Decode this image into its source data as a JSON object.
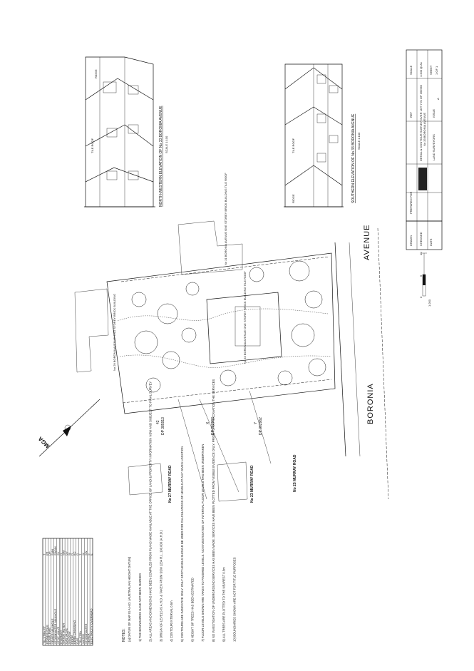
{
  "street": {
    "name_a": "BORONIA",
    "name_b": "AVENUE"
  },
  "lots": [
    {
      "number": "42",
      "plan": "DP 385913"
    },
    {
      "number": "X",
      "plan": "DP 362962"
    },
    {
      "number": "Y",
      "plan": "DP 362962"
    }
  ],
  "neighbours": [
    {
      "label": "No 27 MURRAY ROAD"
    },
    {
      "label": "No 23 MURRAY ROAD"
    },
    {
      "label": "No 25 MURRAY ROAD"
    },
    {
      "label": "No 29 BORONIA AVENUE TWO STOREY BRICK BUILDING"
    },
    {
      "label": "No 31 BORONIA AVENUE ONE STOREY BRICK BUILDING TILE ROOF"
    }
  ],
  "subject": {
    "label": "No 33 BORONIA AVENUE ONE STOREY BRICK BUILDING TILE ROOF"
  },
  "elevations": {
    "north_title": "NORTH-WESTERN ELEVATION OF No 33 BORONIA AVENUE",
    "north_scale": "SCALE 1:100",
    "south_title": "SOUTHERN ELEVATION OF No 33 BORONIA AVENUE",
    "south_scale": "SCALE 1:100",
    "roof_label": "TILE ROOF",
    "ridge_label": "RIDGE"
  },
  "north_label": "MGA",
  "scale_bar": {
    "label": "1:200",
    "ticks": [
      "0",
      "5",
      "10"
    ]
  },
  "legend": {
    "rows": [
      {
        "name": "TELSTRA PIT",
        "symbol": "T"
      },
      {
        "name": "POWER POLE",
        "symbol": "PP"
      },
      {
        "name": "DOWN PIPE",
        "symbol": "DP"
      },
      {
        "name": "SEWER MANHOLE",
        "symbol": "SMH"
      },
      {
        "name": "STORMWATER MANHOLE",
        "symbol": "SWMH"
      },
      {
        "name": "STOP VALVE",
        "symbol": "SV"
      },
      {
        "name": "HYDRANT",
        "symbol": "H"
      },
      {
        "name": "WATER METER",
        "symbol": "WM"
      },
      {
        "name": "GAS VALVE",
        "symbol": "GV"
      },
      {
        "name": "WINDOW",
        "symbol": "W"
      },
      {
        "name": "DOOR",
        "symbol": "D"
      },
      {
        "name": "KERB CROSSING",
        "symbol": "KC"
      },
      {
        "name": "GAS",
        "symbol": "G"
      },
      {
        "name": "TELSTRA",
        "symbol": "T"
      },
      {
        "name": "WATER",
        "symbol": "W"
      },
      {
        "name": "STORMWATER",
        "symbol": "SW"
      },
      {
        "name": "SEWER",
        "symbol": "S"
      },
      {
        "name": "ELECTRICITY OVERHEAD",
        "symbol": "E"
      }
    ]
  },
  "notes": {
    "heading": "NOTES:",
    "datum": "(a) DATUM OF MAP IS A.H.D. (AUSTRALIAN HEIGHT DATUM)",
    "items": [
      "1) THE BOUNDARIES HAVE NOT BEEN MARKED",
      "2) ALL AREAS AND DIMENSIONS HAVE BEEN COMPILED FROM PLANS MADE AVAILABLE AT THE OFFICE OF LAND & PROPERTY INFORMATION NSW AND SUBJECT TO FINAL SURVEY",
      "3) ORIGIN OF LEVELS IS A.H.D. & TAKEN FROM SSM 1234 R.L. 100.000 (A.H.D.)",
      "4) CONTOUR INTERVAL 0.5m",
      "5) CONTOURS ARE INDICATIVE ONLY. ONLY SPOT LEVELS SHOULD BE USED FOR CALCULATIONS OF LEVELS AT ANY GIVEN LOCATION",
      "6) HEIGHT OF TREES HAS BEEN ESTIMATED",
      "7) FLOOR LEVELS SHOWN ARE TAKEN TO FINISHED LEVELS. NO INVESTIGATION OF INTERNAL FLOOR LEVELS HAS BEEN UNDERTAKEN",
      "8) NO INVESTIGATION OF UNDERGROUND SERVICES HAS BEEN MADE. SERVICES HAVE BEEN PLOTTED FROM VISIBLE EVIDENCE ONLY. PRIOR TO ANY EXCAVATION THE SERVICES SHOULD BE LOCATED ON SITE",
      "9) ALL TREES ARE PLOTTED TO THE NEAREST 0.5m",
      "10) BOUNDARIES SHOWN ARE NOT FOR TITLE PURPOSES"
    ]
  },
  "title_block": {
    "client_label": "PREPARED FOR",
    "title": "DETAIL & CONTOUR SURVEY OVER LOT Y IN DP 362962",
    "address": "No 33 BORONIA AVENUE",
    "surveyor": "LAND SURVEYORS",
    "drawn_label": "DRAWN",
    "checked_label": "CHECKED",
    "date_label": "DATE",
    "scale_label": "SCALE",
    "scale_value": "1:200 @ A1",
    "sheet_label": "SHEET",
    "sheet_value": "1 OF 1",
    "ref_label": "REF",
    "issue_label": "ISSUE",
    "issue_value": "A"
  }
}
